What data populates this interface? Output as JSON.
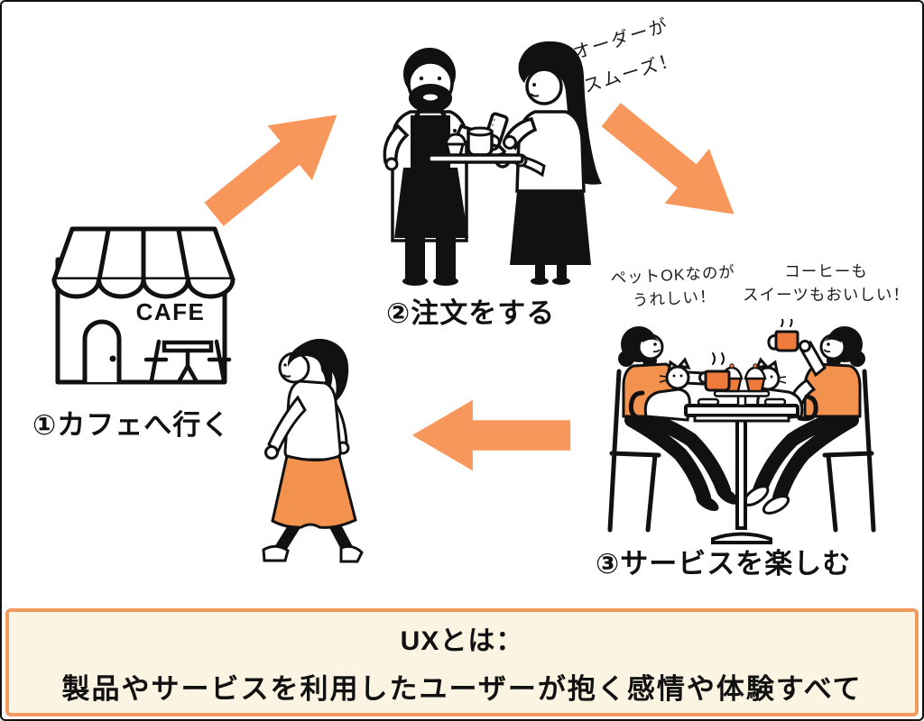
{
  "colors": {
    "ink": "#111111",
    "accent_orange": "#F8975C",
    "deep_orange": "#EE7B3B",
    "clothing_orange": "#F3924E",
    "banner_bg": "#FBF4E2",
    "banner_border": "#F09A5F",
    "background": "#FFFFFF"
  },
  "steps": [
    {
      "label": "①カフェへ行く",
      "illustration": "cafe-storefront",
      "sign": "CAFE"
    },
    {
      "label": "②注文をする",
      "illustration": "barista-serving-customer",
      "bubble": {
        "line1": "オーダーが",
        "line2": "スムーズ！"
      }
    },
    {
      "label": "③サービスを楽しむ",
      "illustration": "two-women-with-cats-at-cafe-table",
      "bubble_left": {
        "line1": "ペットOKなのが",
        "line2": "うれしい！"
      },
      "bubble_right": {
        "line1": "コーヒーも",
        "line2": "スイーツもおいしい！"
      }
    }
  ],
  "extra_illustrations": [
    "walking-woman"
  ],
  "arrows": [
    "step1-to-step2",
    "step2-to-step3",
    "step3-to-step1"
  ],
  "banner": {
    "line1": "UXとは：",
    "line2": "製品やサービスを利用したユーザーが抱く感情や体験すべて"
  }
}
